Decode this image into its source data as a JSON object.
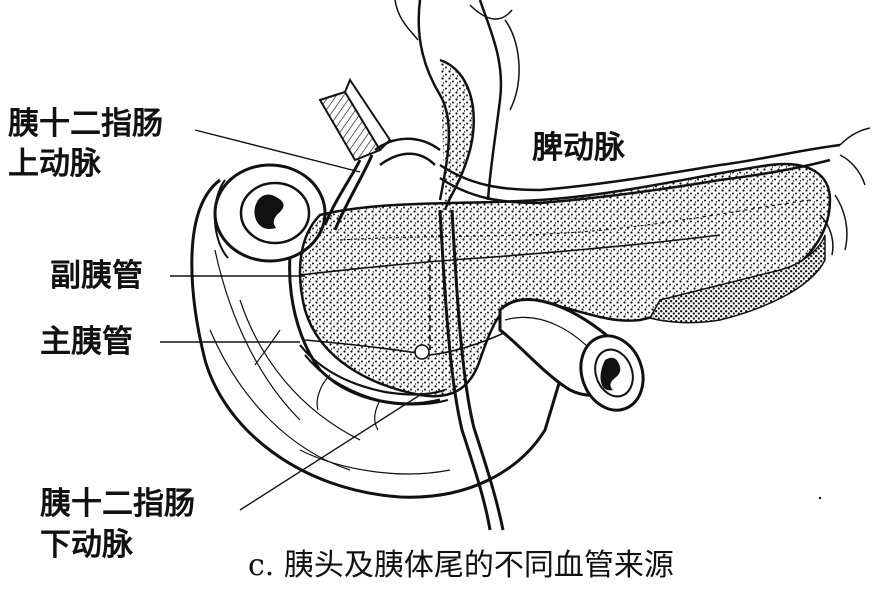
{
  "labels": {
    "sup_artery": [
      "胰十二指肠",
      "上动脉"
    ],
    "splenic_artery": "脾动脉",
    "accessory_duct": "副胰管",
    "main_duct": "主胰管",
    "inf_artery": [
      "胰十二指肠",
      "下动脉"
    ]
  },
  "caption": "c. 胰头及胰体尾的不同血管来源",
  "colors": {
    "ink": "#111111",
    "paper": "#ffffff"
  }
}
